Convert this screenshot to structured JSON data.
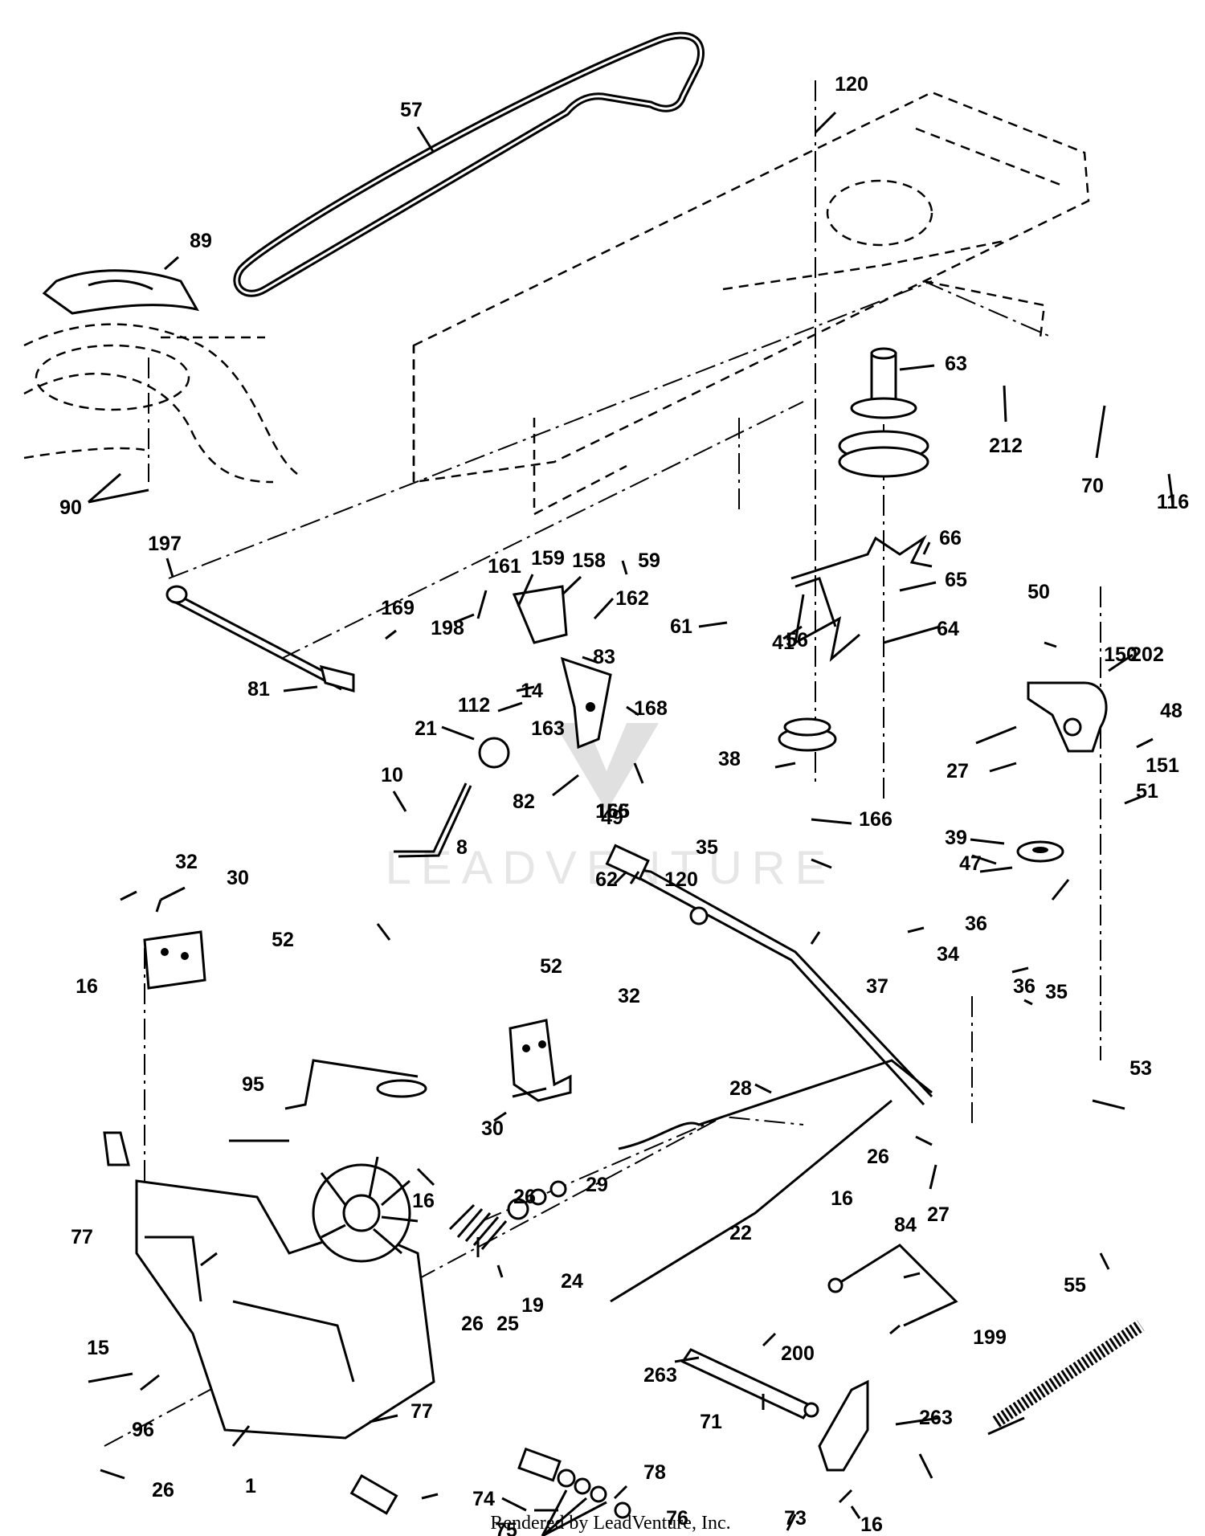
{
  "watermark": "LEADVENTURE",
  "credit": "Rendered by LeadVenture, Inc.",
  "part_labels": [
    "57",
    "120",
    "89",
    "63",
    "212",
    "70",
    "116",
    "90",
    "197",
    "161",
    "159",
    "158",
    "66",
    "59",
    "169",
    "198",
    "162",
    "65",
    "61",
    "56",
    "64",
    "50",
    "202",
    "150",
    "81",
    "112",
    "14",
    "83",
    "41",
    "48",
    "21",
    "168",
    "163",
    "38",
    "27",
    "151",
    "51",
    "10",
    "82",
    "165",
    "156",
    "166",
    "39",
    "49",
    "8",
    "35",
    "47",
    "32",
    "30",
    "62",
    "36",
    "120",
    "34",
    "52",
    "16",
    "37",
    "36",
    "35",
    "52",
    "32",
    "95",
    "53",
    "30",
    "28",
    "26",
    "27",
    "29",
    "16",
    "16",
    "26",
    "84",
    "77",
    "22",
    "24",
    "55",
    "19",
    "15",
    "26",
    "25",
    "199",
    "200",
    "263",
    "263",
    "77",
    "71",
    "96",
    "1",
    "78",
    "74",
    "26",
    "76",
    "73",
    "75",
    "16"
  ]
}
